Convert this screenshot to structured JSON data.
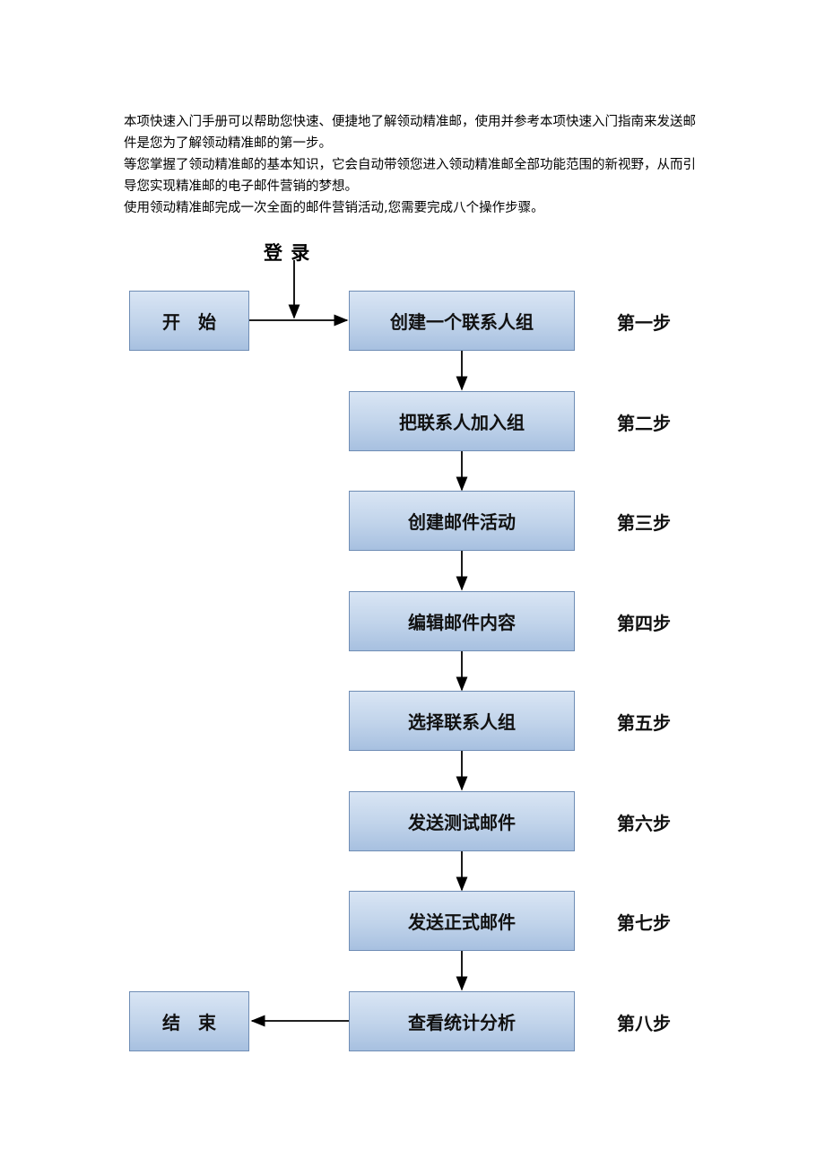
{
  "intro": {
    "line1": "本项快速入门手册可以帮助您快速、便捷地了解领动精准邮，使用并参考本项快速入门指南来发送邮件是您为了解领动精准邮的第一步。",
    "line2": "等您掌握了领动精准邮的基本知识，它会自动带领您进入领动精准邮全部功能范围的新视野，从而引导您实现精准邮的电子邮件营销的梦想。",
    "line3": "使用领动精准邮完成一次全面的邮件营销活动,您需要完成八个操作步骤。"
  },
  "flow": {
    "login_label": "登 录",
    "start_label": "开　始",
    "end_label": "结　束",
    "steps": [
      {
        "box": "创建一个联系人组",
        "label": "第一步"
      },
      {
        "box": "把联系人加入组",
        "label": "第二步"
      },
      {
        "box": "创建邮件活动",
        "label": "第三步"
      },
      {
        "box": "编辑邮件内容",
        "label": "第四步"
      },
      {
        "box": "选择联系人组",
        "label": "第五步"
      },
      {
        "box": "发送测试邮件",
        "label": "第六步"
      },
      {
        "box": "发送正式邮件",
        "label": "第七步"
      },
      {
        "box": "查看统计分析",
        "label": "第八步"
      }
    ],
    "colors": {
      "box_border": "#6f8db5",
      "box_fill": "#c0d3ea",
      "arrow": "#000000"
    }
  }
}
